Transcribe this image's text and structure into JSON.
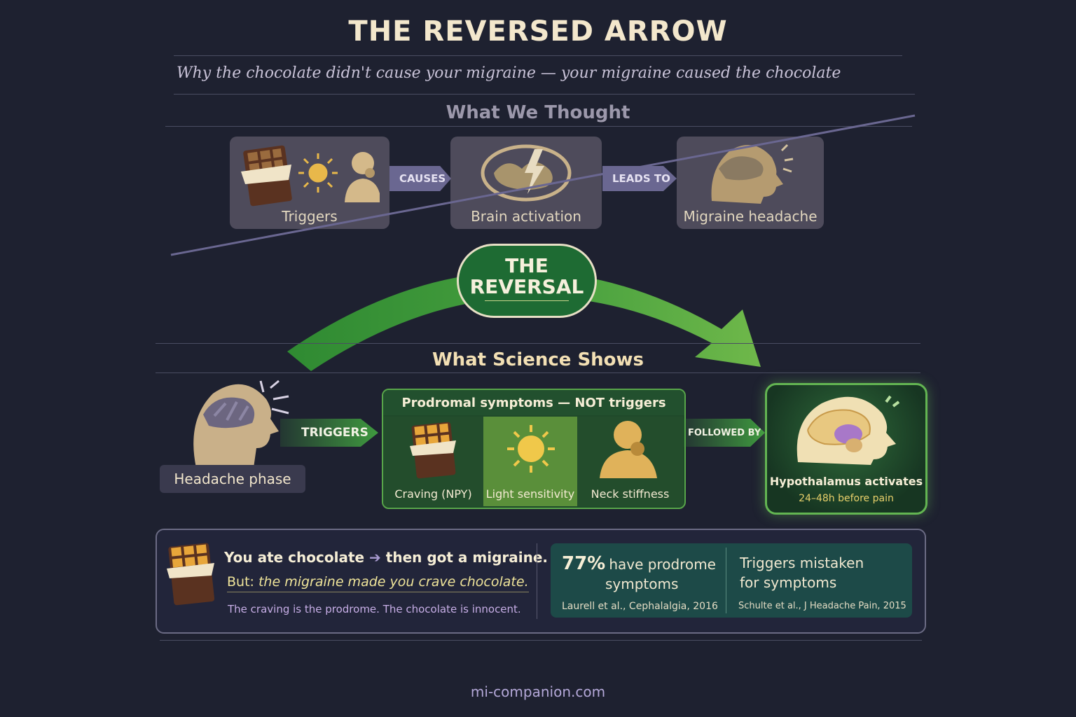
{
  "header": {
    "title": "THE REVERSED ARROW",
    "subtitle": "Why the chocolate didn't cause your migraine — your migraine caused the chocolate"
  },
  "old_model": {
    "heading": "What We Thought",
    "triggers_label": "Triggers",
    "arrow1": "CAUSES",
    "brain_label": "Brain activation",
    "arrow2": "LEADS TO",
    "migraine_label": "Migraine headache"
  },
  "reversal": {
    "line1": "THE",
    "line2": "REVERSAL"
  },
  "new_model": {
    "heading": "What Science Shows",
    "headache_label": "Headache phase",
    "arrow1": "TRIGGERS",
    "prodromal_title": "Prodromal symptoms — NOT triggers",
    "symptoms": [
      "Craving (NPY)",
      "Light sensitivity",
      "Neck stiffness"
    ],
    "arrow2": "FOLLOWED BY",
    "hypo_title": "Hypothalamus activates",
    "hypo_sub": "24–48h before pain"
  },
  "summary": {
    "line1_a": "You ate chocolate",
    "line1_b": "then got a migraine.",
    "line2_a": "But:",
    "line2_b": "the migraine made you crave chocolate.",
    "line3": "The craving is the prodrome. The chocolate is innocent.",
    "stat1_big": "77%",
    "stat1_text_a": "have prodrome",
    "stat1_text_b": "symptoms",
    "stat1_cite": "Laurell et al., Cephalalgia, 2016",
    "stat2_text_a": "Triggers mistaken",
    "stat2_text_b": "for symptoms",
    "stat2_cite": "Schulte et al., J Headache Pain, 2015"
  },
  "footer": {
    "site": "mi-companion.com"
  },
  "colors": {
    "background": "#1e2130",
    "green": "#3f9a3f",
    "cream": "#f3e7cc",
    "purple": "#6a6791",
    "chocolate": "#5a3220",
    "gold": "#e8b84a"
  }
}
